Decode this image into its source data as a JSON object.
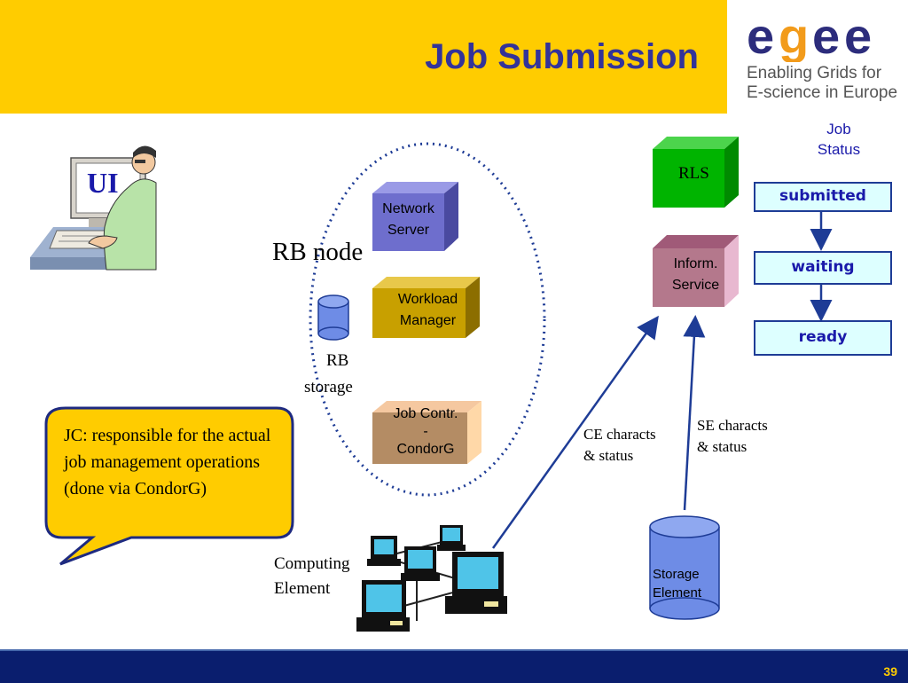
{
  "slide": {
    "title": "Job Submission",
    "page_number": "39"
  },
  "logo": {
    "mark": "egee",
    "line1": "Enabling Grids for",
    "line2": "E-science in Europe"
  },
  "ui": {
    "label": "UI"
  },
  "rb": {
    "node_label": "RB node",
    "storage_label_1": "RB",
    "storage_label_2": "storage",
    "network_server": [
      "Network",
      "Server"
    ],
    "workload_manager": [
      "Workload",
      "Manager"
    ],
    "job_controller": [
      "Job Contr.",
      "-",
      "CondorG"
    ]
  },
  "services": {
    "rls": "RLS",
    "info": [
      "Inform.",
      "Service"
    ]
  },
  "job_status": {
    "title": [
      "Job",
      "Status"
    ],
    "states": [
      "submitted",
      "waiting",
      "ready"
    ]
  },
  "links": {
    "ce": [
      "CE characts",
      "& status"
    ],
    "se": [
      "SE characts",
      "& status"
    ]
  },
  "computing_element": [
    "Computing",
    "Element"
  ],
  "storage_element": [
    "Storage",
    "Element"
  ],
  "callout": "JC: responsible for the actual job management operations (done via CondorG)",
  "colors": {
    "header": "#FFCC00",
    "title": "#333399",
    "footer": "#0A1E6E",
    "network_server": "#6E6ECD",
    "workload_manager": "#C8A000",
    "job_controller": "#E6A06E",
    "rls": "#00B400",
    "info_service": "#B4788C",
    "storage": "#6E8CE6",
    "status_fill": "#DDFFFF",
    "arrow": "#1E3C96"
  }
}
